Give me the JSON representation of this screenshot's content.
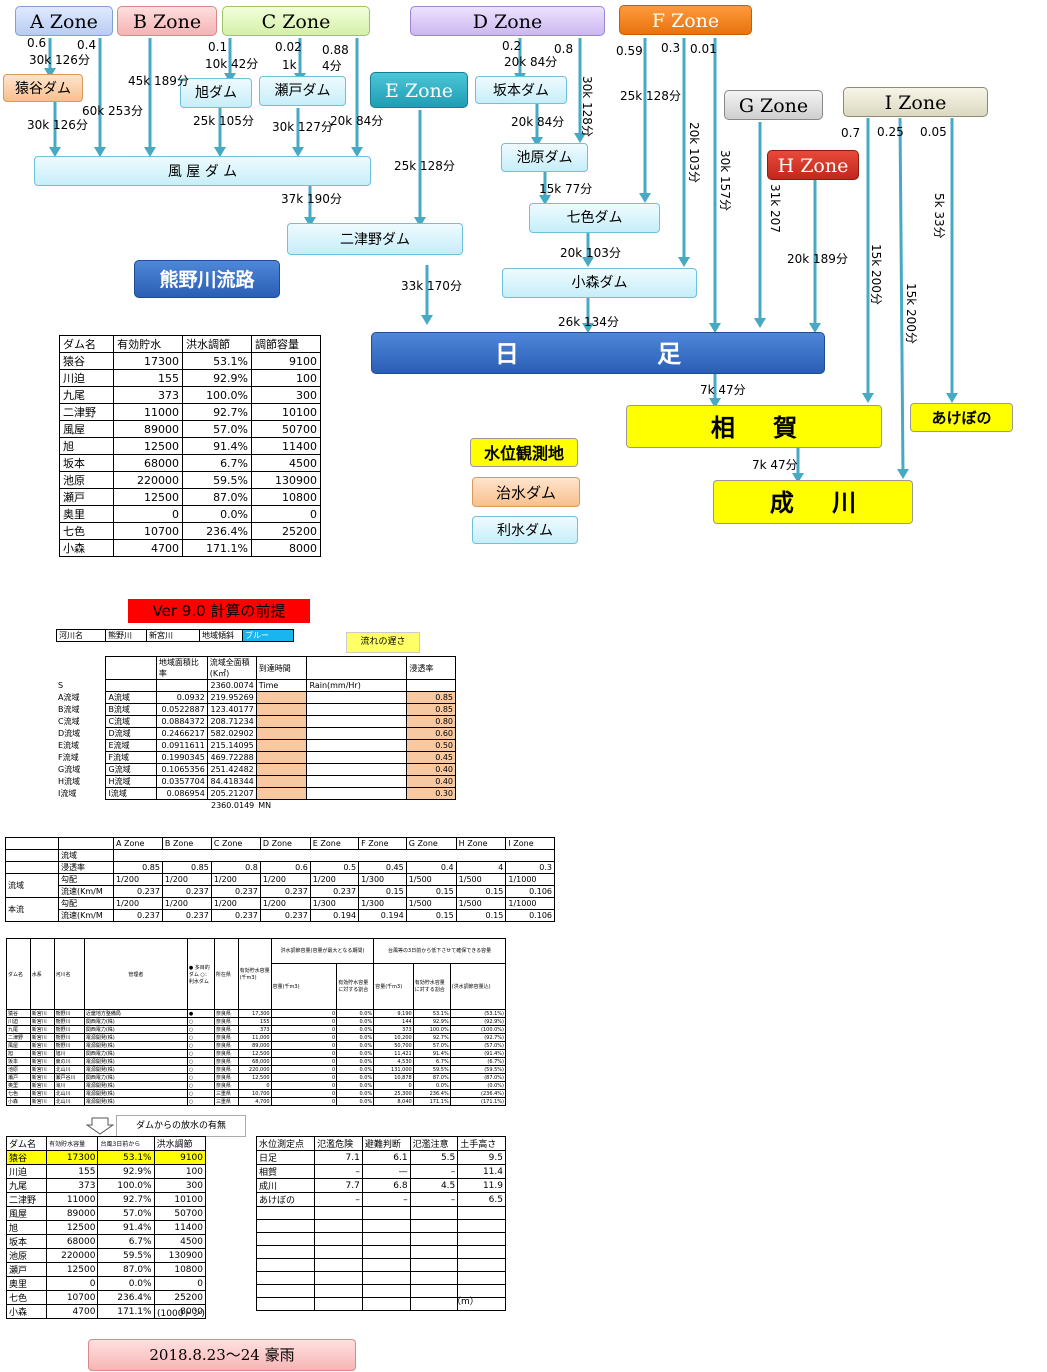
{
  "zones": {
    "a": "A Zone",
    "b": "B Zone",
    "c": "C Zone",
    "d": "D Zone",
    "e": "E Zone",
    "f": "F Zone",
    "g": "G Zone",
    "h": "H Zone",
    "i": "I Zone"
  },
  "dams": {
    "sarutani": "猿谷ダム",
    "kazaya": "風 屋 ダ ム",
    "asahi": "旭ダム",
    "seto": "瀬戸ダム",
    "sakamoto": "坂本ダム",
    "ikehara": "池原ダム",
    "nanairo": "七色ダム",
    "komori": "小森ダム",
    "futatsuno": "二津野ダム"
  },
  "stations": {
    "hitari": "日 足",
    "aiga": "相 賀",
    "narukawa": "成 川",
    "akebono": "あけぼの"
  },
  "river_title": "熊野川流路",
  "legend": {
    "station": "水位観測地",
    "flood_dam": "治水ダム",
    "water_dam": "利水ダム"
  },
  "labels": {
    "a_06": "0.6",
    "a_04": "0.4",
    "a_30k126a": "30k 126分",
    "a_30k126b": "30k 126分",
    "b_45k": "45k 189分",
    "b_60k": "60k 253分",
    "c_01": "0.1",
    "c_10k": "10k 42分",
    "c_002": "0.02",
    "c_1k": "1k",
    "c_088": "0.88",
    "c_4": "4分",
    "c_25k": "25k 105分",
    "c_30k": "30k 127分",
    "c_20k": "20k 84分",
    "d_02": "0.2",
    "d_20k84a": "20k 84分",
    "d_08": "0.8",
    "d_20k84b": "20k 84分",
    "d_30k": "30k 128分",
    "d_15k": "15k 77分",
    "e_25k": "25k 128分",
    "kazaya_37k": "37k 190分",
    "futatsuno_33k": "33k 170分",
    "f_059": "0.59",
    "f_03": "0.3",
    "f_001": "0.01",
    "f_25k": "25k 128分",
    "f_20k": "20k 103分",
    "f_30k": "30k 157分",
    "nanairo_20k": "20k 103分",
    "komori_26k": "26k 134分",
    "g_31k": "31k 207",
    "h_20k": "20k 189分",
    "i_07": "0.7",
    "i_025": "0.25",
    "i_005": "0.05",
    "i_15k_a": "15k 200分",
    "i_15k_b": "15k 200分",
    "i_5k": "5k 33分",
    "hitari_7k": "7k 47分",
    "aiga_7k": "7k 47分"
  },
  "capacity_table": {
    "headers": [
      "ダム名",
      "有効貯水",
      "洪水調節",
      "調節容量"
    ],
    "rows": [
      [
        "猿谷",
        "17300",
        "53.1%",
        "9100"
      ],
      [
        "川迫",
        "155",
        "92.9%",
        "100"
      ],
      [
        "九尾",
        "373",
        "100.0%",
        "300"
      ],
      [
        "二津野",
        "11000",
        "92.7%",
        "10100"
      ],
      [
        "風屋",
        "89000",
        "57.0%",
        "50700"
      ],
      [
        "旭",
        "12500",
        "91.4%",
        "11400"
      ],
      [
        "坂本",
        "68000",
        "6.7%",
        "4500"
      ],
      [
        "池原",
        "220000",
        "59.5%",
        "130900"
      ],
      [
        "瀬戸",
        "12500",
        "87.0%",
        "10800"
      ],
      [
        "奥里",
        "0",
        "0.0%",
        "0"
      ],
      [
        "七色",
        "10700",
        "236.4%",
        "25200"
      ],
      [
        "小森",
        "4700",
        "171.1%",
        "8000"
      ]
    ]
  },
  "version_title": "Ver 9.0 計算の前提",
  "premise": {
    "r1": [
      "河川名",
      "熊野川",
      "新宮川",
      "地域傾斜",
      "ブルー"
    ],
    "flow_label": "流れの遅さ",
    "head": [
      "地域面積比率",
      "流域全面積(K㎡)",
      "到達時間",
      "",
      "浸透率"
    ],
    "sub": [
      "S",
      "",
      "2360.0074",
      "Time",
      "Rain(mm/Hr)"
    ],
    "rows": [
      [
        "A流域",
        "A流域",
        "0.0932",
        "219.95269",
        "0.85"
      ],
      [
        "B流域",
        "B流域",
        "0.0522887",
        "123.40177",
        "0.85"
      ],
      [
        "C流域",
        "C流域",
        "0.0884372",
        "208.71234",
        "0.80"
      ],
      [
        "D流域",
        "D流域",
        "0.2466217",
        "582.02902",
        "0.60"
      ],
      [
        "E流域",
        "E流域",
        "0.0911611",
        "215.14095",
        "0.50"
      ],
      [
        "F流域",
        "F流域",
        "0.1990345",
        "469.72288",
        "0.45"
      ],
      [
        "G流域",
        "G流域",
        "0.1065356",
        "251.42482",
        "0.40"
      ],
      [
        "H流域",
        "H流域",
        "0.0357704",
        "84.418344",
        "0.40"
      ],
      [
        "I流域",
        "I流域",
        "0.086954",
        "205.21207",
        "0.30"
      ]
    ],
    "foot": [
      "2360.0149",
      "MN"
    ]
  },
  "zone_table": {
    "cols": [
      "A Zone",
      "B Zone",
      "C Zone",
      "D Zone",
      "E Zone",
      "F Zone",
      "G Zone",
      "H Zone",
      "I Zone"
    ],
    "row_basin": "流域",
    "infil": [
      "浸透率",
      "0.85",
      "0.85",
      "0.8",
      "0.6",
      "0.5",
      "0.45",
      "0.4",
      "4",
      "0.3"
    ],
    "g1": "流域",
    "g2": "本流",
    "slope1": [
      "勾配",
      "1/200",
      "1/200",
      "1/200",
      "1/200",
      "1/200",
      "1/300",
      "1/500",
      "1/500",
      "1/1000"
    ],
    "speed1": [
      "流速(Km/M",
      "0.237",
      "0.237",
      "0.237",
      "0.237",
      "0.237",
      "0.15",
      "0.15",
      "0.15",
      "0.106"
    ],
    "slope2": [
      "勾配",
      "1/200",
      "1/200",
      "1/200",
      "1/200",
      "1/300",
      "1/300",
      "1/500",
      "1/500",
      "1/1000"
    ],
    "speed2": [
      "流速(Km/M",
      "0.237",
      "0.237",
      "0.237",
      "0.237",
      "0.194",
      "0.194",
      "0.15",
      "0.15",
      "0.106"
    ]
  },
  "dam_detail": {
    "heads": [
      "ダム名",
      "水系",
      "河川名",
      "管理者",
      "● 多目的ダム ○：利水ダム",
      "所在県",
      "有効貯水容量(千m3)",
      "洪水調節容量(容量が最大となる期間)",
      "台風等の3日前から低下させて確保できる容量"
    ],
    "sub": [
      "容量(千m3)",
      "有効貯水容量に対する割合",
      "容量(千m3)",
      "有効貯水容量に対する割合",
      "(洪水調節容量込)"
    ],
    "rows": [
      [
        "猿谷",
        "新宮川",
        "熊野川",
        "近畿地方整備局",
        "●",
        "奈良県",
        "17,300",
        "0",
        "0.0%",
        "9,190",
        "53.1%",
        "(53.1%)"
      ],
      [
        "川迫",
        "新宮川",
        "熊野川",
        "関西電力(株)",
        "○",
        "奈良県",
        "155",
        "0",
        "0.0%",
        "144",
        "92.9%",
        "(92.9%)"
      ],
      [
        "九尾",
        "新宮川",
        "熊野川",
        "関西電力(株)",
        "○",
        "奈良県",
        "373",
        "0",
        "0.0%",
        "373",
        "100.0%",
        "(100.0%)"
      ],
      [
        "二津野",
        "新宮川",
        "熊野川",
        "電源開発(株)",
        "○",
        "奈良県",
        "11,000",
        "0",
        "0.0%",
        "10,200",
        "92.7%",
        "(92.7%)"
      ],
      [
        "風屋",
        "新宮川",
        "熊野川",
        "電源開発(株)",
        "○",
        "奈良県",
        "89,000",
        "0",
        "0.0%",
        "50,700",
        "57.0%",
        "(57.0%)"
      ],
      [
        "旭",
        "新宮川",
        "旭川",
        "関西電力(株)",
        "○",
        "奈良県",
        "12,500",
        "0",
        "0.0%",
        "11,421",
        "91.4%",
        "(91.4%)"
      ],
      [
        "坂本",
        "新宮川",
        "東の川",
        "電源開発(株)",
        "○",
        "奈良県",
        "68,000",
        "0",
        "0.0%",
        "4,530",
        "6.7%",
        "(6.7%)"
      ],
      [
        "池原",
        "新宮川",
        "北山川",
        "電源開発(株)",
        "○",
        "奈良県",
        "220,000",
        "0",
        "0.0%",
        "131,000",
        "59.5%",
        "(59.5%)"
      ],
      [
        "瀬戸",
        "新宮川",
        "瀬戸谷川",
        "関西電力(株)",
        "○",
        "奈良県",
        "12,500",
        "0",
        "0.0%",
        "10,878",
        "87.0%",
        "(87.0%)"
      ],
      [
        "奥里",
        "新宮川",
        "滝川",
        "電源開発(株)",
        "○",
        "奈良県",
        "0",
        "0",
        "0.0%",
        "0",
        "0.0%",
        "(0.0%)"
      ],
      [
        "七色",
        "新宮川",
        "北山川",
        "電源開発(株)",
        "○",
        "三重県",
        "10,700",
        "0",
        "0.0%",
        "25,300",
        "236.4%",
        "(236.4%)"
      ],
      [
        "小森",
        "新宮川",
        "北山川",
        "電源開発(株)",
        "○",
        "三重県",
        "4,700",
        "0",
        "0.0%",
        "8,040",
        "171.1%",
        "(171.1%)"
      ]
    ]
  },
  "discharge_label": "ダムからの放水の有無",
  "bottom_dam": {
    "headers": [
      "ダム名",
      "有効貯水容量",
      "台風3日前から",
      "洪水調節"
    ],
    "rows": [
      [
        "猿谷",
        "17300",
        "53.1%",
        "9100"
      ],
      [
        "川迫",
        "155",
        "92.9%",
        "100"
      ],
      [
        "九尾",
        "373",
        "100.0%",
        "300"
      ],
      [
        "二津野",
        "11000",
        "92.7%",
        "10100"
      ],
      [
        "風屋",
        "89000",
        "57.0%",
        "50700"
      ],
      [
        "旭",
        "12500",
        "91.4%",
        "11400"
      ],
      [
        "坂本",
        "68000",
        "6.7%",
        "4500"
      ],
      [
        "池原",
        "220000",
        "59.5%",
        "130900"
      ],
      [
        "瀬戸",
        "12500",
        "87.0%",
        "10800"
      ],
      [
        "奥里",
        "0",
        "0.0%",
        "0"
      ],
      [
        "七色",
        "10700",
        "236.4%",
        "25200"
      ],
      [
        "小森",
        "4700",
        "171.1%",
        "8000"
      ]
    ],
    "unit": "(1000トン)"
  },
  "water_level": {
    "headers": [
      "水位測定点",
      "氾濫危険",
      "避難判断",
      "氾濫注意",
      "土手高さ"
    ],
    "rows": [
      [
        "日足",
        "7.1",
        "6.1",
        "5.5",
        "9.5"
      ],
      [
        "相賀",
        "–",
        "—",
        "–",
        "11.4"
      ],
      [
        "成川",
        "7.7",
        "6.8",
        "4.5",
        "11.9"
      ],
      [
        "あけぼの",
        "–",
        "–",
        "–",
        "6.5"
      ]
    ],
    "unit": "（m）"
  },
  "event_label": "2018.8.23～24 豪雨"
}
